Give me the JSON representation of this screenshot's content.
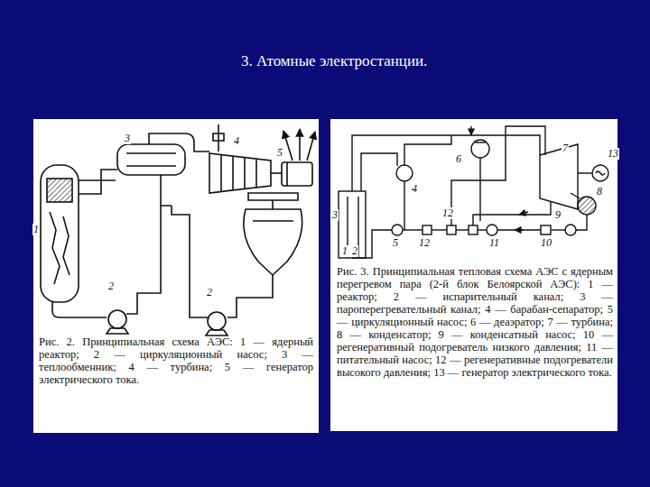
{
  "diagram": {
    "title": "3. Атомные электростанции.",
    "labels": [
      "3",
      "4",
      "5",
      "1",
      "2",
      "2",
      "Рис. 2. Принципиальная схема АЭС: 1 — ядерный реактор; 2 — циркуляционный насос; 3 — теплообменник; 4 — турбина; 5 — генератор электрического тока.",
      "3",
      "7",
      "13",
      "6",
      "4",
      "8",
      "9",
      "1",
      "2",
      "5",
      "12",
      "12",
      "11",
      "10",
      "Рис. 3. Принципиальная тепловая схема АЭС с ядерным перегревом пара (2-й блок Белоярской АЭС): 1 — реактор; 2 — испарительный канал; 3 — пароперегревательный канал; 4 — барабан-сепаратор; 5 — циркуляционный насос; 6 — деаэратор; 7 — турбина; 8 — конденсатор; 9 — конденсатный насос; 10 — регенеративный подогреватель низкого давления; 11 — питательный насос; 12 — регенеративные подогреватели высокого давления; 13 — генератор электрического тока."
    ]
  }
}
